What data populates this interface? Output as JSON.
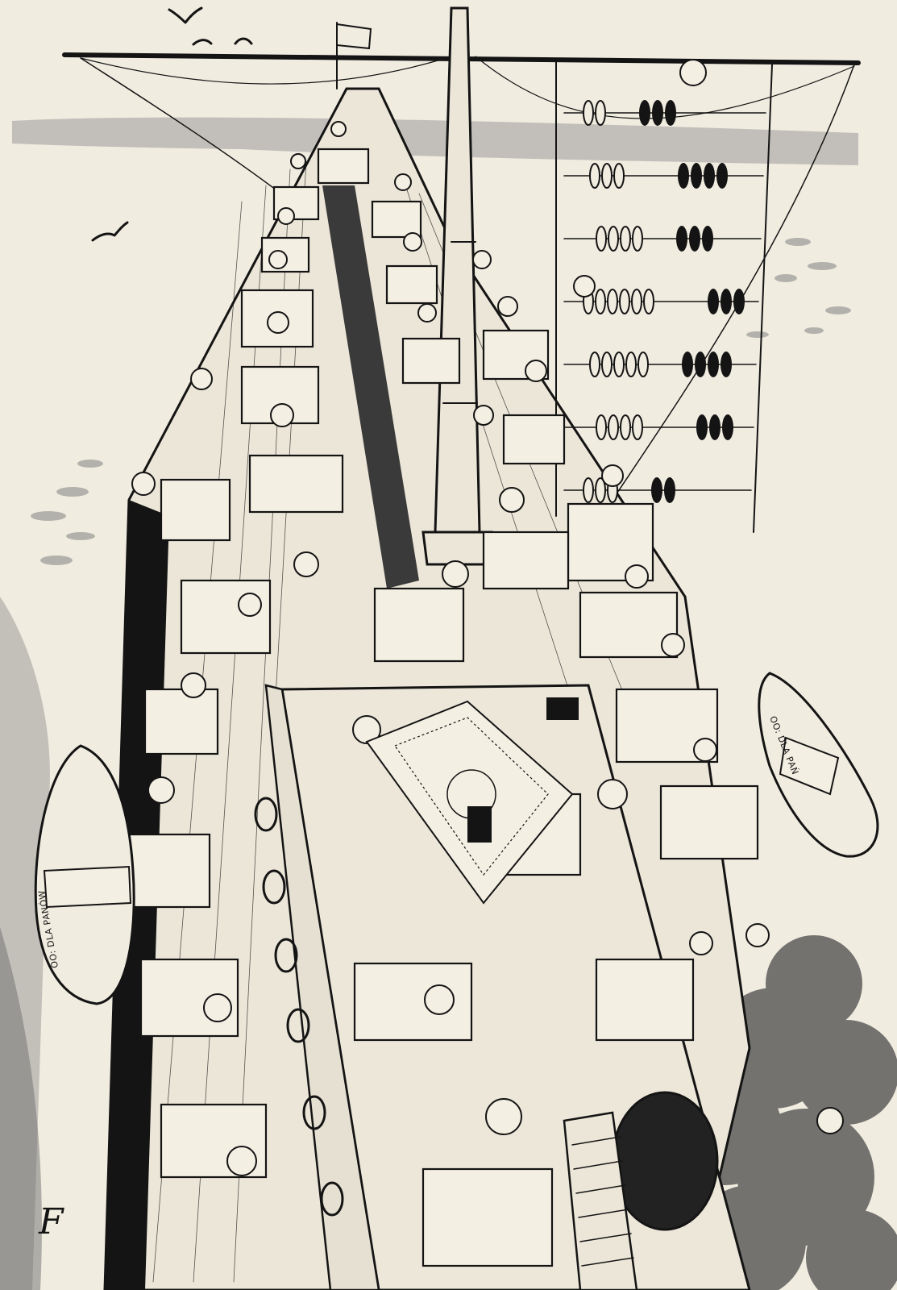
{
  "artwork": {
    "lifeboat_left": {
      "lettering": "OO: DLA PANÓW"
    },
    "lifeboat_right": {
      "lettering": "OO: DLA PAŃ"
    },
    "signature": {
      "lettering": "F"
    },
    "abacus": {
      "rows": [
        {
          "light": 2,
          "dark": 3
        },
        {
          "light": 3,
          "dark": 4
        },
        {
          "light": 4,
          "dark": 3
        },
        {
          "light": 6,
          "dark": 3
        },
        {
          "light": 5,
          "dark": 4
        },
        {
          "light": 4,
          "dark": 3
        },
        {
          "light": 3,
          "dark": 2
        }
      ]
    },
    "colors": {
      "paper": "#f1ece0",
      "ink": "#141414",
      "wash": "#8c8c8c",
      "deck_fill": "#ece6d8"
    }
  }
}
